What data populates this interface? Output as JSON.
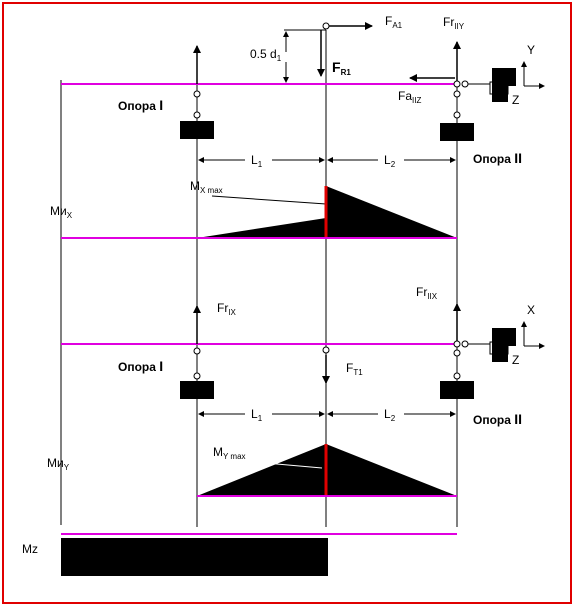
{
  "colors": {
    "frame": "#e00000",
    "baseline": "#e000e0",
    "peak_line": "#e00000",
    "ink": "#000000",
    "background": "#ffffff"
  },
  "icons": [
    "arrow-up-icon",
    "arrow-down-icon",
    "arrow-right-icon",
    "arrow-left-icon",
    "bearing-block-icon",
    "axis-triad-icon"
  ],
  "top_section": {
    "force_axial_a1": {
      "main": "F",
      "sub": "A1"
    },
    "force_radial_r1": {
      "main": "F",
      "sub": "R1"
    },
    "force_radial_2y": {
      "main": "Fr",
      "sub": "IIY"
    },
    "force_axial_2z": {
      "main": "Fa",
      "sub": "IIZ"
    },
    "offset_label": {
      "main": "0.5 d",
      "sub": "1"
    },
    "support_1": {
      "text": "Опора ",
      "roman": "I"
    },
    "support_2": {
      "text": "Опора ",
      "roman": "II"
    },
    "span_1": {
      "main": "L",
      "sub": "1"
    },
    "span_2": {
      "main": "L",
      "sub": "2"
    },
    "axis_y": "Y",
    "axis_z": "Z",
    "moment_label": {
      "main": "Mи",
      "sub": "X"
    },
    "moment_max": {
      "main": "M",
      "sub": "X max"
    }
  },
  "bottom_section": {
    "force_radial_1x": {
      "main": "Fr",
      "sub": "IX"
    },
    "force_radial_2x": {
      "main": "Fr",
      "sub": "IIX"
    },
    "force_tangential_1": {
      "main": "F",
      "sub": "T1"
    },
    "support_1": {
      "text": "Опора ",
      "roman": "I"
    },
    "support_2": {
      "text": "Опора ",
      "roman": "II"
    },
    "span_1": {
      "main": "L",
      "sub": "1"
    },
    "span_2": {
      "main": "L",
      "sub": "2"
    },
    "axis_x": "X",
    "axis_z": "Z",
    "moment_label": {
      "main": "Mи",
      "sub": "Y"
    },
    "moment_max": {
      "main": "M",
      "sub": "Y max"
    }
  },
  "torque_section": {
    "moment_label": "Mz"
  }
}
